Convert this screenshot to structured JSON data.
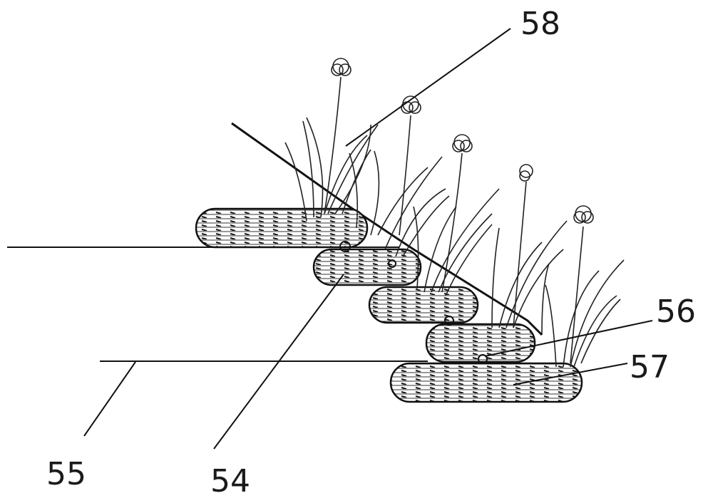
{
  "labels": {
    "ref_58": "58",
    "ref_56": "56",
    "ref_57": "57",
    "ref_55": "55",
    "ref_54": "54"
  }
}
